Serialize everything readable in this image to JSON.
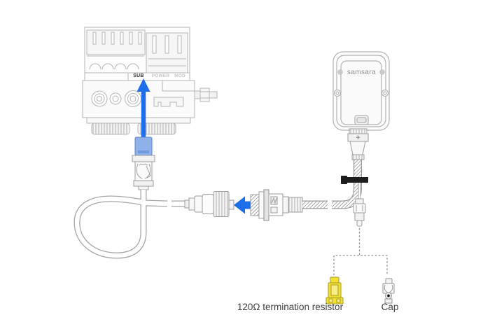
{
  "ecu": {
    "ports": [
      {
        "label": "SUB"
      },
      {
        "label": "POWER"
      },
      {
        "label": "MOD"
      }
    ]
  },
  "device": {
    "logo": "samsara"
  },
  "accessories": {
    "resistor_label": "120Ω termination resistor",
    "cap_label": "Cap"
  },
  "colors": {
    "arrow": "#1c6fe8",
    "connector_highlight": "#8fb2ea",
    "resistor_yellow": "#f2e135"
  }
}
